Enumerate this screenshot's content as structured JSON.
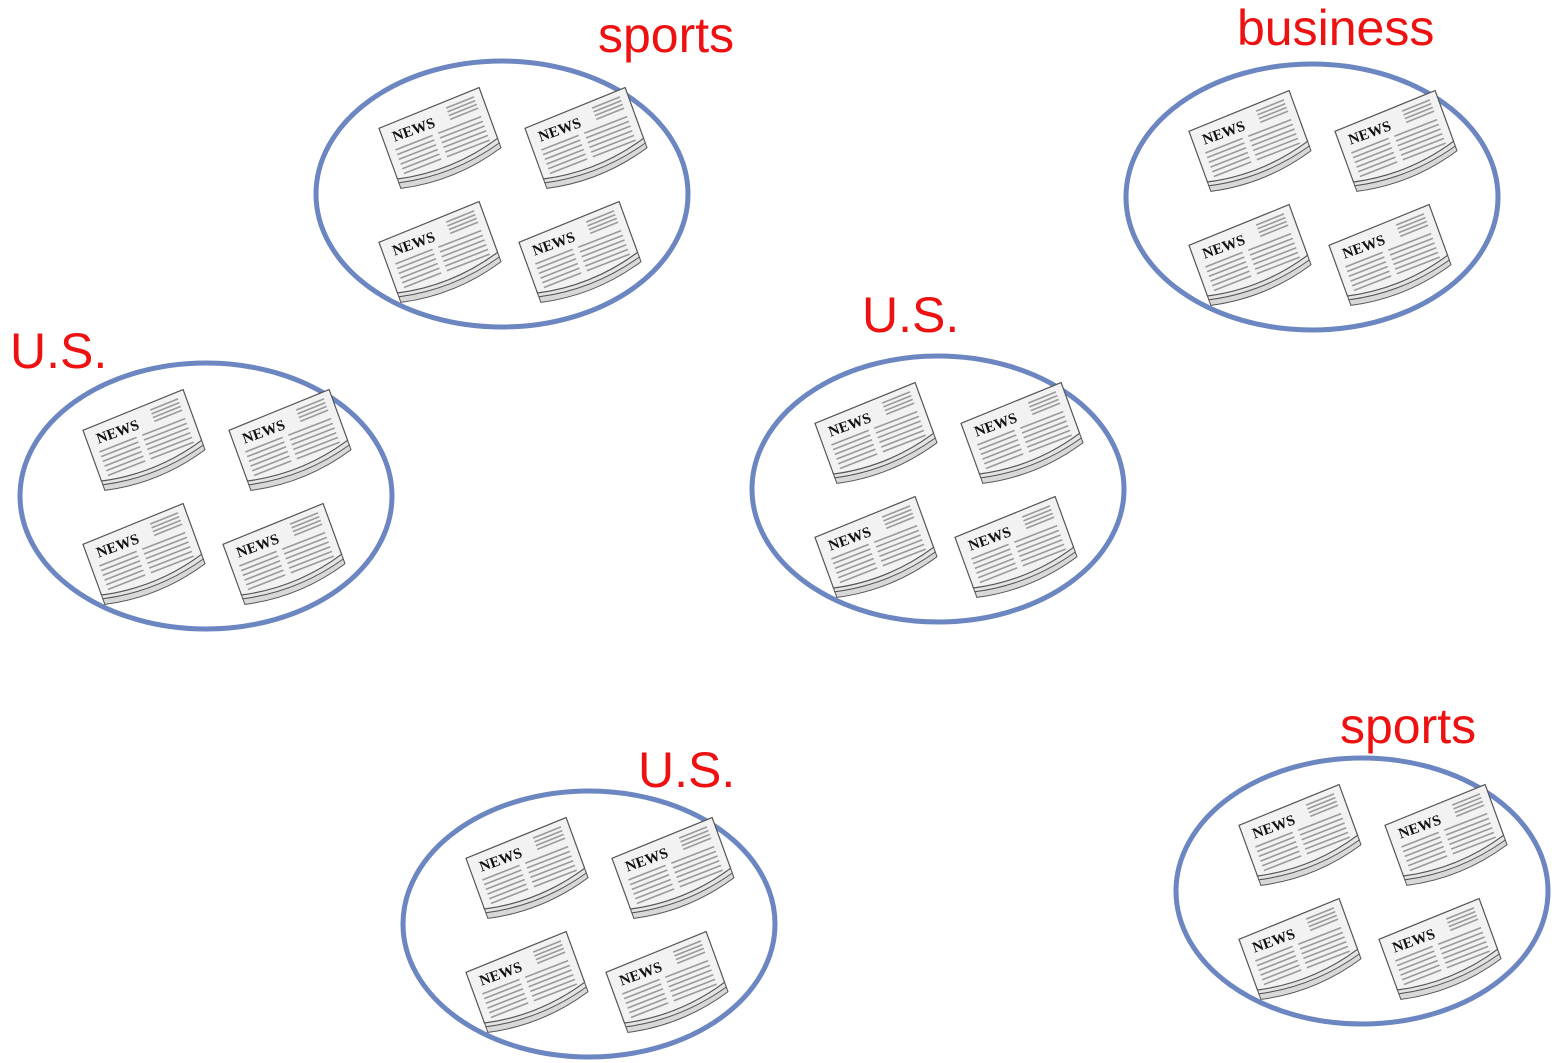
{
  "colors": {
    "label": "#ee1111",
    "cluster_outline": "#6b86c0",
    "paper_fill": "#f2f2f2",
    "paper_edge": "#555555",
    "paper_text_lines": "#9a9a9a",
    "background": "#ffffff"
  },
  "icon": "newspaper-icon",
  "clusters": [
    {
      "id": "c1",
      "label": "sports",
      "news_text": [
        "NEWS",
        "NEWS",
        "NEWS",
        "NEWS"
      ]
    },
    {
      "id": "c2",
      "label": "business",
      "news_text": [
        "NEWS",
        "NEWS",
        "NEWS",
        "NEWS"
      ]
    },
    {
      "id": "c3",
      "label": "U.S.",
      "news_text": [
        "NEWS",
        "NEWS",
        "NEWS",
        "NEWS"
      ]
    },
    {
      "id": "c4",
      "label": "U.S.",
      "news_text": [
        "NEWS",
        "NEWS",
        "NEWS",
        "NEWS"
      ]
    },
    {
      "id": "c5",
      "label": "U.S.",
      "news_text": [
        "NEWS",
        "NEWS",
        "NEWS",
        "NEWS"
      ]
    },
    {
      "id": "c6",
      "label": "sports",
      "news_text": [
        "NEWS",
        "NEWS",
        "NEWS",
        "NEWS"
      ]
    }
  ]
}
